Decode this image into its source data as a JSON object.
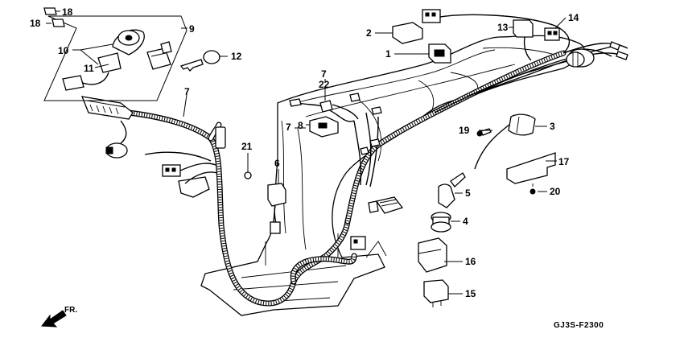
{
  "diagram": {
    "part_labels": [
      "1",
      "2",
      "3",
      "4",
      "5",
      "6",
      "7",
      "8",
      "9",
      "10",
      "11",
      "12",
      "13",
      "14",
      "15",
      "16",
      "17",
      "18",
      "19",
      "20",
      "21",
      "22"
    ],
    "figure_code": "GJ3S-F2300",
    "direction_label": "FR."
  }
}
